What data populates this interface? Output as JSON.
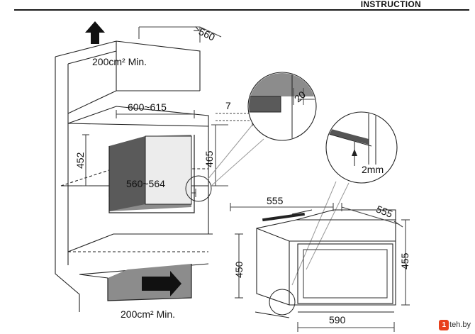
{
  "header": {
    "title": "INSTRUCTION"
  },
  "labels": {
    "vent_top": "200cm² Min.",
    "vent_bottom": "200cm² Min.",
    "depth_top": ">560",
    "width_opening": "600~615",
    "width_inner": "560~564",
    "height_left": "452",
    "height_right": "465",
    "gap_7": "7",
    "gap_20": "20",
    "gap_2mm": "2mm",
    "oven_width": "555",
    "oven_depth": "555",
    "oven_height_left": "450",
    "oven_height_right": "455",
    "oven_front_width": "590"
  },
  "watermark": {
    "badge": "1",
    "text": "teh.by"
  },
  "colors": {
    "line": "#222222",
    "shade_dark": "#555555",
    "shade_light": "#8c8c8c",
    "accent": "#e8401c"
  },
  "icons": [
    "arrow-up-icon",
    "arrow-right-icon"
  ]
}
